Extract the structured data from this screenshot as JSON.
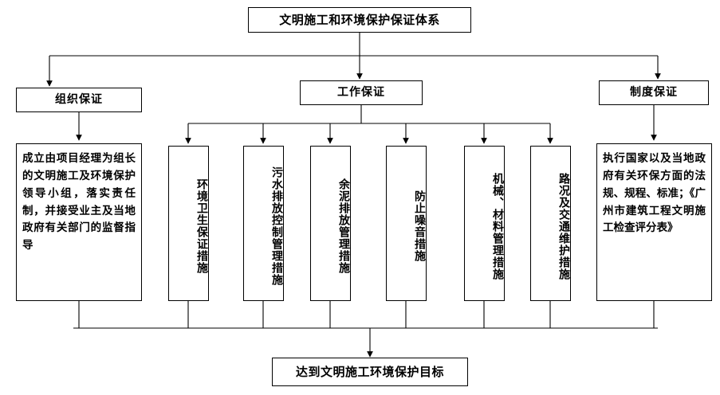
{
  "diagram": {
    "type": "organizational-flowchart",
    "title_box": {
      "label": "文明施工和环境保护保证体系"
    },
    "level2": [
      {
        "id": "organization",
        "label": "组织保证"
      },
      {
        "id": "work",
        "label": "工作保证"
      },
      {
        "id": "system",
        "label": "制度保证"
      }
    ],
    "level3": [
      {
        "id": "organization-detail",
        "parent": "organization",
        "orientation": "horizontal",
        "label": "成立由项目经理为组长的文明施工及环境保护领导小组，落实责任制，并接受业主及当地政府有关部门的监督指导"
      },
      {
        "id": "env-sanitation",
        "parent": "work",
        "orientation": "vertical",
        "label": "环境卫生保证措施"
      },
      {
        "id": "sewage-control",
        "parent": "work",
        "orientation": "vertical",
        "label": "污水排放控制管理措施"
      },
      {
        "id": "sludge-discharge",
        "parent": "work",
        "orientation": "vertical",
        "label": "余泥排放管理措施"
      },
      {
        "id": "noise-prevention",
        "parent": "work",
        "orientation": "vertical",
        "label": "防止噪音措施"
      },
      {
        "id": "machinery-material",
        "parent": "work",
        "orientation": "vertical",
        "label": "机械、材料管理措施"
      },
      {
        "id": "road-traffic",
        "parent": "work",
        "orientation": "vertical",
        "label": "路况及交通维护措施"
      },
      {
        "id": "system-detail",
        "parent": "system",
        "orientation": "horizontal",
        "label": "执行国家以及当地政府有关环保方面的法规、规程、标准；《广州市建筑工程文明施工检查评分表》"
      }
    ],
    "result_box": {
      "label": "达到文明施工环境保护目标"
    },
    "colors": {
      "background": "#ffffff",
      "border": "#000000",
      "text": "#000000",
      "connector": "#000000"
    }
  }
}
